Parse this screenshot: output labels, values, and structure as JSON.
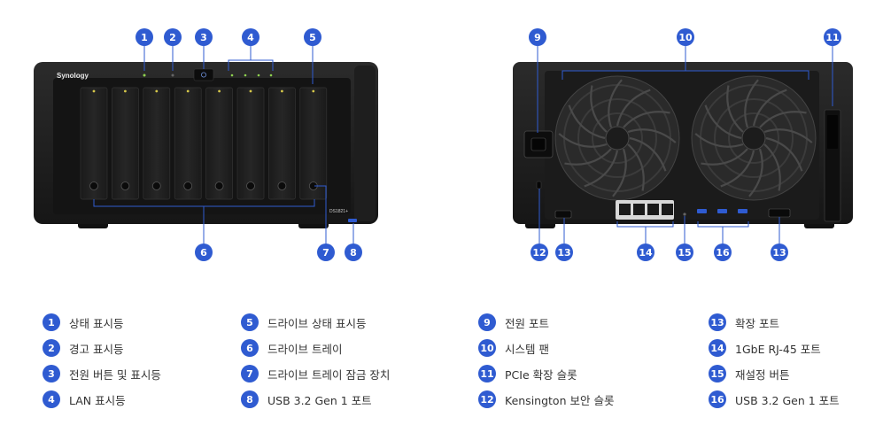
{
  "brand_label": "Synology",
  "model_label": "DS1821+",
  "accent_color": "#2f5bd1",
  "front_callouts": [
    "1",
    "2",
    "3",
    "4",
    "5",
    "6",
    "7",
    "8"
  ],
  "rear_callouts": [
    "9",
    "10",
    "11",
    "12",
    "13",
    "14",
    "15",
    "16",
    "13"
  ],
  "legend": [
    {
      "num": "1",
      "text": "상태 표시등"
    },
    {
      "num": "2",
      "text": "경고 표시등"
    },
    {
      "num": "3",
      "text": "전원 버튼 및 표시등"
    },
    {
      "num": "4",
      "text": "LAN 표시등"
    },
    {
      "num": "5",
      "text": "드라이브 상태 표시등"
    },
    {
      "num": "6",
      "text": "드라이브 트레이"
    },
    {
      "num": "7",
      "text": "드라이브 트레이 잠금 장치"
    },
    {
      "num": "8",
      "text": "USB 3.2 Gen 1 포트"
    },
    {
      "num": "9",
      "text": "전원 포트"
    },
    {
      "num": "10",
      "text": "시스템 팬"
    },
    {
      "num": "11",
      "text": "PCIe 확장 슬롯"
    },
    {
      "num": "12",
      "text": "Kensington 보안 슬롯"
    },
    {
      "num": "13",
      "text": "확장 포트"
    },
    {
      "num": "14",
      "text": "1GbE RJ-45 포트"
    },
    {
      "num": "15",
      "text": "재설정 버튼"
    },
    {
      "num": "16",
      "text": "USB 3.2 Gen 1 포트"
    }
  ]
}
